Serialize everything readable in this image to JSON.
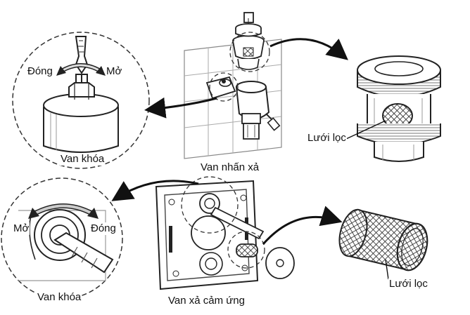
{
  "labels": {
    "top_left_close": "Đóng",
    "top_left_open": "Mở",
    "top_left_caption": "Van khóa",
    "top_center_caption": "Van nhấn xả",
    "top_right_filter": "Lưới lọc",
    "bottom_left_open": "Mở",
    "bottom_left_close": "Đóng",
    "bottom_left_caption": "Van khóa",
    "bottom_center_caption": "Van xả cảm ứng",
    "bottom_right_filter": "Lưới lọc"
  },
  "icons": {
    "rotation_arrow": "curved-double-arrow-icon",
    "pointer_arrow": "curved-pointer-arrow-icon",
    "screwdriver": "screwdriver-icon",
    "filter_mesh": "mesh-filter-icon"
  }
}
